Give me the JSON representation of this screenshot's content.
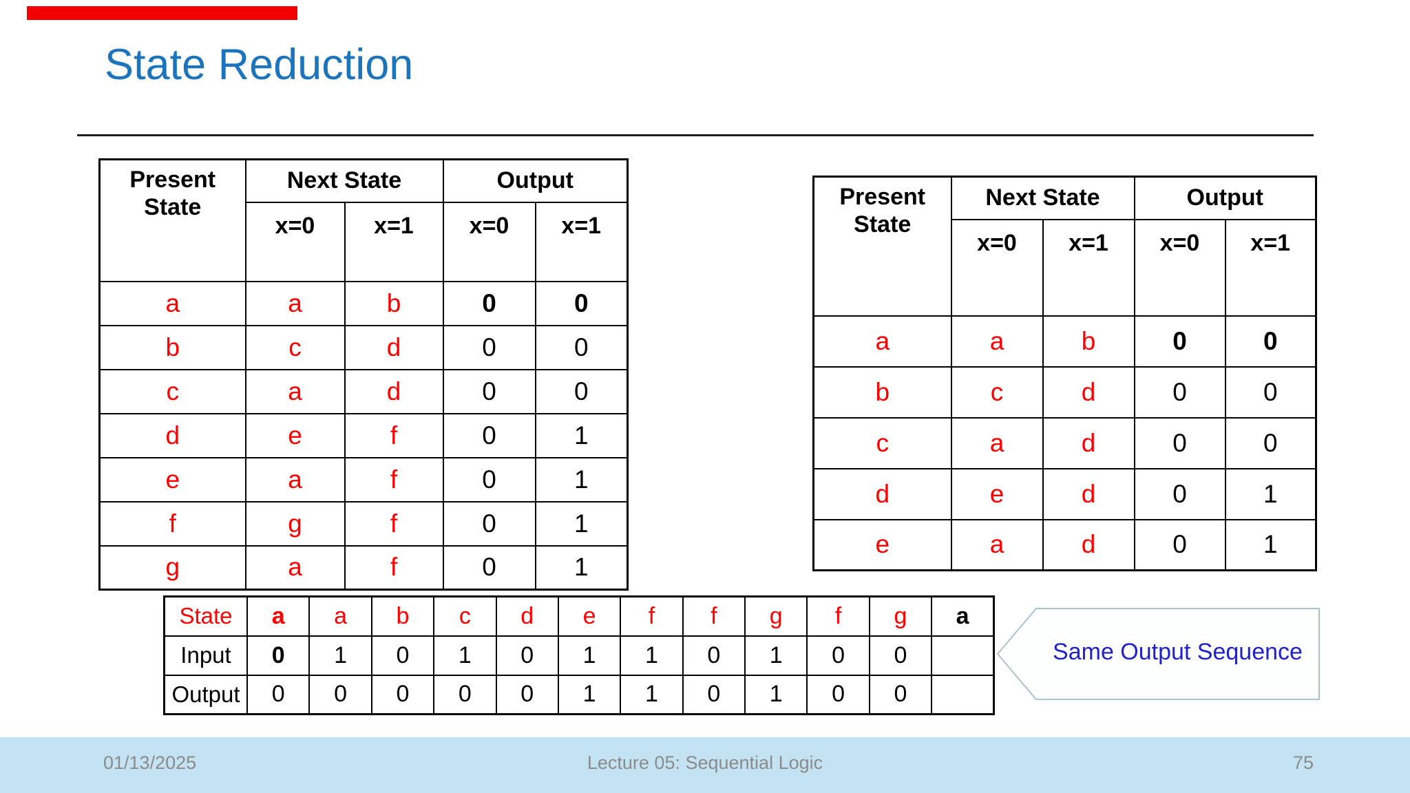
{
  "slide": {
    "title": "State Reduction",
    "title_color": "#1B74BC",
    "accent_red_bar": "#F40000",
    "state_letter_red": "#FE0000",
    "callout_text_blue": "#2121CC",
    "footer_bg": "#C3E3F2",
    "footer_text_color": "#8B8B8B"
  },
  "left_table": {
    "headers": {
      "present_state": "Present State",
      "next_state": "Next State",
      "output": "Output",
      "sub": [
        "x=0",
        "x=1",
        "x=0",
        "x=1"
      ]
    },
    "rows": [
      {
        "ps": "a",
        "ns": [
          "a",
          "b"
        ],
        "out": [
          "0",
          "0"
        ],
        "out_bold": true
      },
      {
        "ps": "b",
        "ns": [
          "c",
          "d"
        ],
        "out": [
          "0",
          "0"
        ]
      },
      {
        "ps": "c",
        "ns": [
          "a",
          "d"
        ],
        "out": [
          "0",
          "0"
        ]
      },
      {
        "ps": "d",
        "ns": [
          "e",
          "f"
        ],
        "out": [
          "0",
          "1"
        ]
      },
      {
        "ps": "e",
        "ns": [
          "a",
          "f"
        ],
        "out": [
          "0",
          "1"
        ]
      },
      {
        "ps": "f",
        "ns": [
          "g",
          "f"
        ],
        "out": [
          "0",
          "1"
        ]
      },
      {
        "ps": "g",
        "ns": [
          "a",
          "f"
        ],
        "out": [
          "0",
          "1"
        ]
      }
    ]
  },
  "right_table": {
    "headers": {
      "present_state": "Present State",
      "next_state": "Next State",
      "output": "Output",
      "sub": [
        "x=0",
        "x=1",
        "x=0",
        "x=1"
      ]
    },
    "rows": [
      {
        "ps": "a",
        "ns": [
          "a",
          "b"
        ],
        "out": [
          "0",
          "0"
        ],
        "out_bold": true
      },
      {
        "ps": "b",
        "ns": [
          "c",
          "d"
        ],
        "out": [
          "0",
          "0"
        ]
      },
      {
        "ps": "c",
        "ns": [
          "a",
          "d"
        ],
        "out": [
          "0",
          "0"
        ]
      },
      {
        "ps": "d",
        "ns": [
          "e",
          "d"
        ],
        "out": [
          "0",
          "1"
        ]
      },
      {
        "ps": "e",
        "ns": [
          "a",
          "d"
        ],
        "out": [
          "0",
          "1"
        ]
      }
    ]
  },
  "sequence_table": {
    "rows": [
      {
        "label": "State",
        "label_color": "red",
        "cells": [
          {
            "t": "a",
            "bold": true,
            "color": "red"
          },
          {
            "t": "a",
            "color": "red"
          },
          {
            "t": "b",
            "color": "red"
          },
          {
            "t": "c",
            "color": "red"
          },
          {
            "t": "d",
            "color": "red"
          },
          {
            "t": "e",
            "color": "red"
          },
          {
            "t": "f",
            "color": "red"
          },
          {
            "t": "f",
            "color": "red"
          },
          {
            "t": "g",
            "color": "red"
          },
          {
            "t": "f",
            "color": "red"
          },
          {
            "t": "g",
            "color": "red"
          },
          {
            "t": "a",
            "bold": true,
            "color": "black"
          }
        ]
      },
      {
        "label": "Input",
        "cells": [
          {
            "t": "0",
            "bold": true
          },
          {
            "t": "1"
          },
          {
            "t": "0"
          },
          {
            "t": "1"
          },
          {
            "t": "0"
          },
          {
            "t": "1"
          },
          {
            "t": "1"
          },
          {
            "t": "0"
          },
          {
            "t": "1"
          },
          {
            "t": "0"
          },
          {
            "t": "0"
          },
          {
            "t": ""
          }
        ]
      },
      {
        "label": "Output",
        "cells": [
          {
            "t": "0"
          },
          {
            "t": "0"
          },
          {
            "t": "0"
          },
          {
            "t": "0"
          },
          {
            "t": "0"
          },
          {
            "t": "1"
          },
          {
            "t": "1"
          },
          {
            "t": "0"
          },
          {
            "t": "1"
          },
          {
            "t": "0"
          },
          {
            "t": "0"
          },
          {
            "t": ""
          }
        ]
      }
    ]
  },
  "callout": {
    "label": "Same Output Sequence"
  },
  "footer": {
    "date": "01/13/2025",
    "lecture": "Lecture 05: Sequential Logic",
    "page": "75"
  }
}
